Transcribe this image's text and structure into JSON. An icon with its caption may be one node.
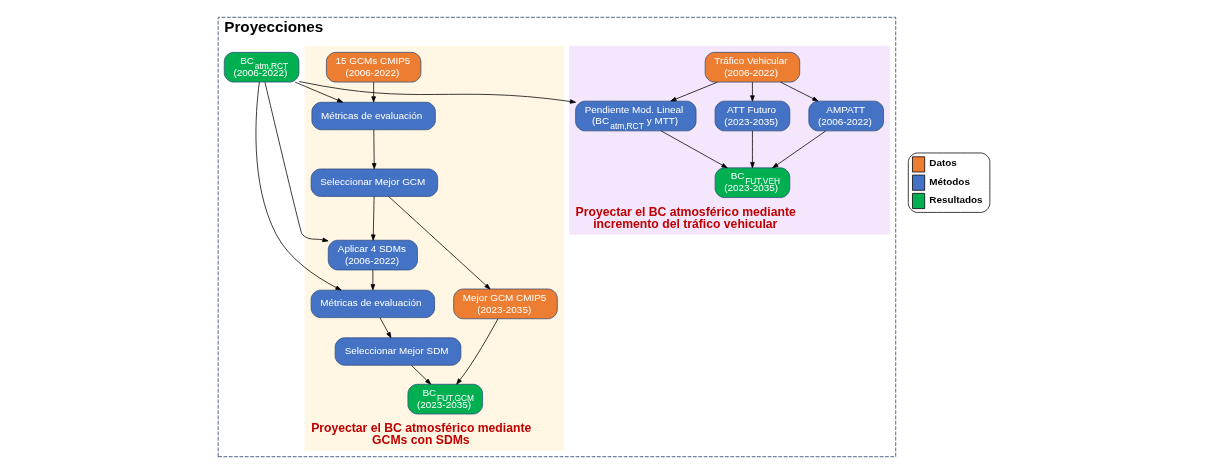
{
  "diagram": {
    "nodes": [
      {
        "text": [
          "Proyecciones"
        ]
      },
      {
        "text": [
          "Proyectar el BC atmosférico mediante GCMs con SDMs"
        ],
        "in": 0
      },
      {
        "text": [
          "Proyectar el BC atmosférico mediante incremento del tráfico vehicular"
        ],
        "in": 0
      },
      {
        "text": [
          "BC$_{atm,RCT}$ (2006-2022)"
        ],
        "in": 0
      },
      {
        "text": [
          "15 GCMs CMIP5 (2006-2022)"
        ],
        "in": 1
      },
      {
        "text": [
          "Métricas de evaluación"
        ],
        "in": 1
      },
      {
        "text": [
          "Seleccionar Mejor GCM"
        ],
        "in": 1
      },
      {
        "text": [
          "Pendiente Mod. Lineal (BC$_{atm,RCT}$ y MTT)"
        ],
        "in": 2
      },
      {
        "text": [
          "Tráfico Vehicular (2006-2022)"
        ],
        "in": 2
      },
      {
        "text": [
          "Aplicar 4 SDMs (2006-2022)"
        ],
        "in": 1
      },
      {
        "text": [
          "ATT Futuro (2023-2035)"
        ],
        "in": 2
      },
      {
        "text": [
          "Mejor GCM CMIP5 (2023-2035)"
        ],
        "in": 1
      },
      {
        "text": [
          "Métricas de evaluación"
        ],
        "in": 1
      },
      {
        "text": [
          "AMPATT (2006-2022)"
        ],
        "in": 2
      },
      {
        "text": [
          "Seleccionar Mejor SDM"
        ],
        "in": 1
      },
      {
        "text": [
          "BC$_{FUT,GCM}$ (2023-2035)"
        ],
        "in": 1
      },
      {
        "text": [
          "BC$_{FUT,VEH}$ (2023-2035)"
        ],
        "in": 2
      }
    ],
    "edges": [
      {
        "from": 3,
        "to": 5,
        "arrow": "to"
      },
      {
        "from": 3,
        "to": 7,
        "arrow": "to"
      },
      {
        "from": 4,
        "to": 5,
        "arrow": "to"
      },
      {
        "from": 5,
        "to": 6,
        "arrow": "to"
      },
      {
        "from": 8,
        "to": 7,
        "arrow": "to"
      },
      {
        "from": 6,
        "to": 9,
        "arrow": "to"
      },
      {
        "from": 6,
        "to": 11,
        "arrow": "to"
      },
      {
        "from": 3,
        "to": 9,
        "arrow": "to"
      },
      {
        "from": 8,
        "to": 10,
        "arrow": "to"
      },
      {
        "from": 9,
        "to": 12,
        "arrow": "to"
      },
      {
        "from": 3,
        "to": 12,
        "arrow": "to"
      },
      {
        "from": 8,
        "to": 13,
        "arrow": "to"
      },
      {
        "from": 12,
        "to": 14,
        "arrow": "to"
      },
      {
        "from": 14,
        "to": 15,
        "arrow": "to"
      },
      {
        "from": 11,
        "to": 15,
        "arrow": "to"
      },
      {
        "from": 7,
        "to": 16,
        "arrow": "to"
      },
      {
        "from": 10,
        "to": 16,
        "arrow": "to"
      },
      {
        "from": 13,
        "to": 16,
        "arrow": "to"
      }
    ],
    "legend": [
      {
        "text": "Datos",
        "color": "#ed7d31"
      },
      {
        "text": "Métodos",
        "color": "#4472c4"
      },
      {
        "text": "Resultados",
        "color": "#00b050"
      }
    ]
  }
}
